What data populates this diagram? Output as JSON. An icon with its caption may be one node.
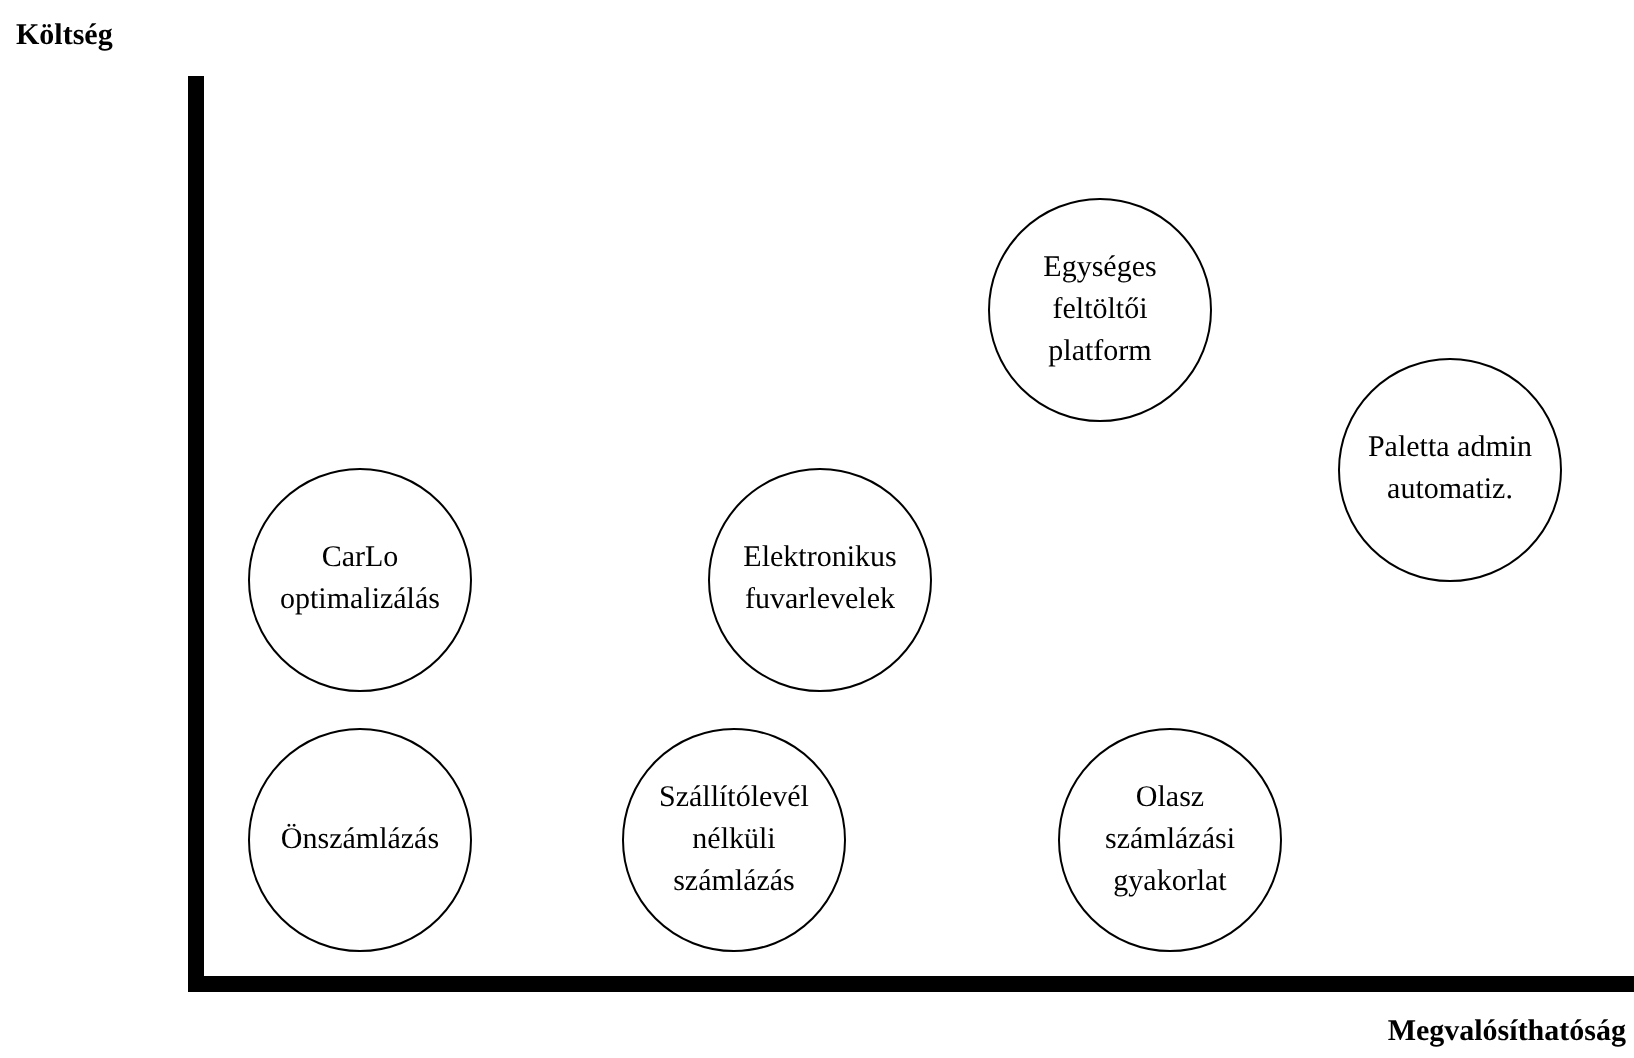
{
  "diagram": {
    "nodes": [
      {
        "text": [
          "Egységes feltöltői platform"
        ]
      },
      {
        "text": [
          "Paletta admin automatiz."
        ]
      },
      {
        "text": [
          "CarLo optimalizálás"
        ]
      },
      {
        "text": [
          "Elektronikus fuvarlevelek"
        ]
      },
      {
        "text": [
          "Önszámlázás"
        ]
      },
      {
        "text": [
          "Szállítólevél nélküli számlázás"
        ]
      },
      {
        "text": [
          "Olasz számlázási gyakorlat"
        ]
      }
    ],
    "labels": [
      "Költség",
      "Megvalósíthatóság"
    ]
  }
}
